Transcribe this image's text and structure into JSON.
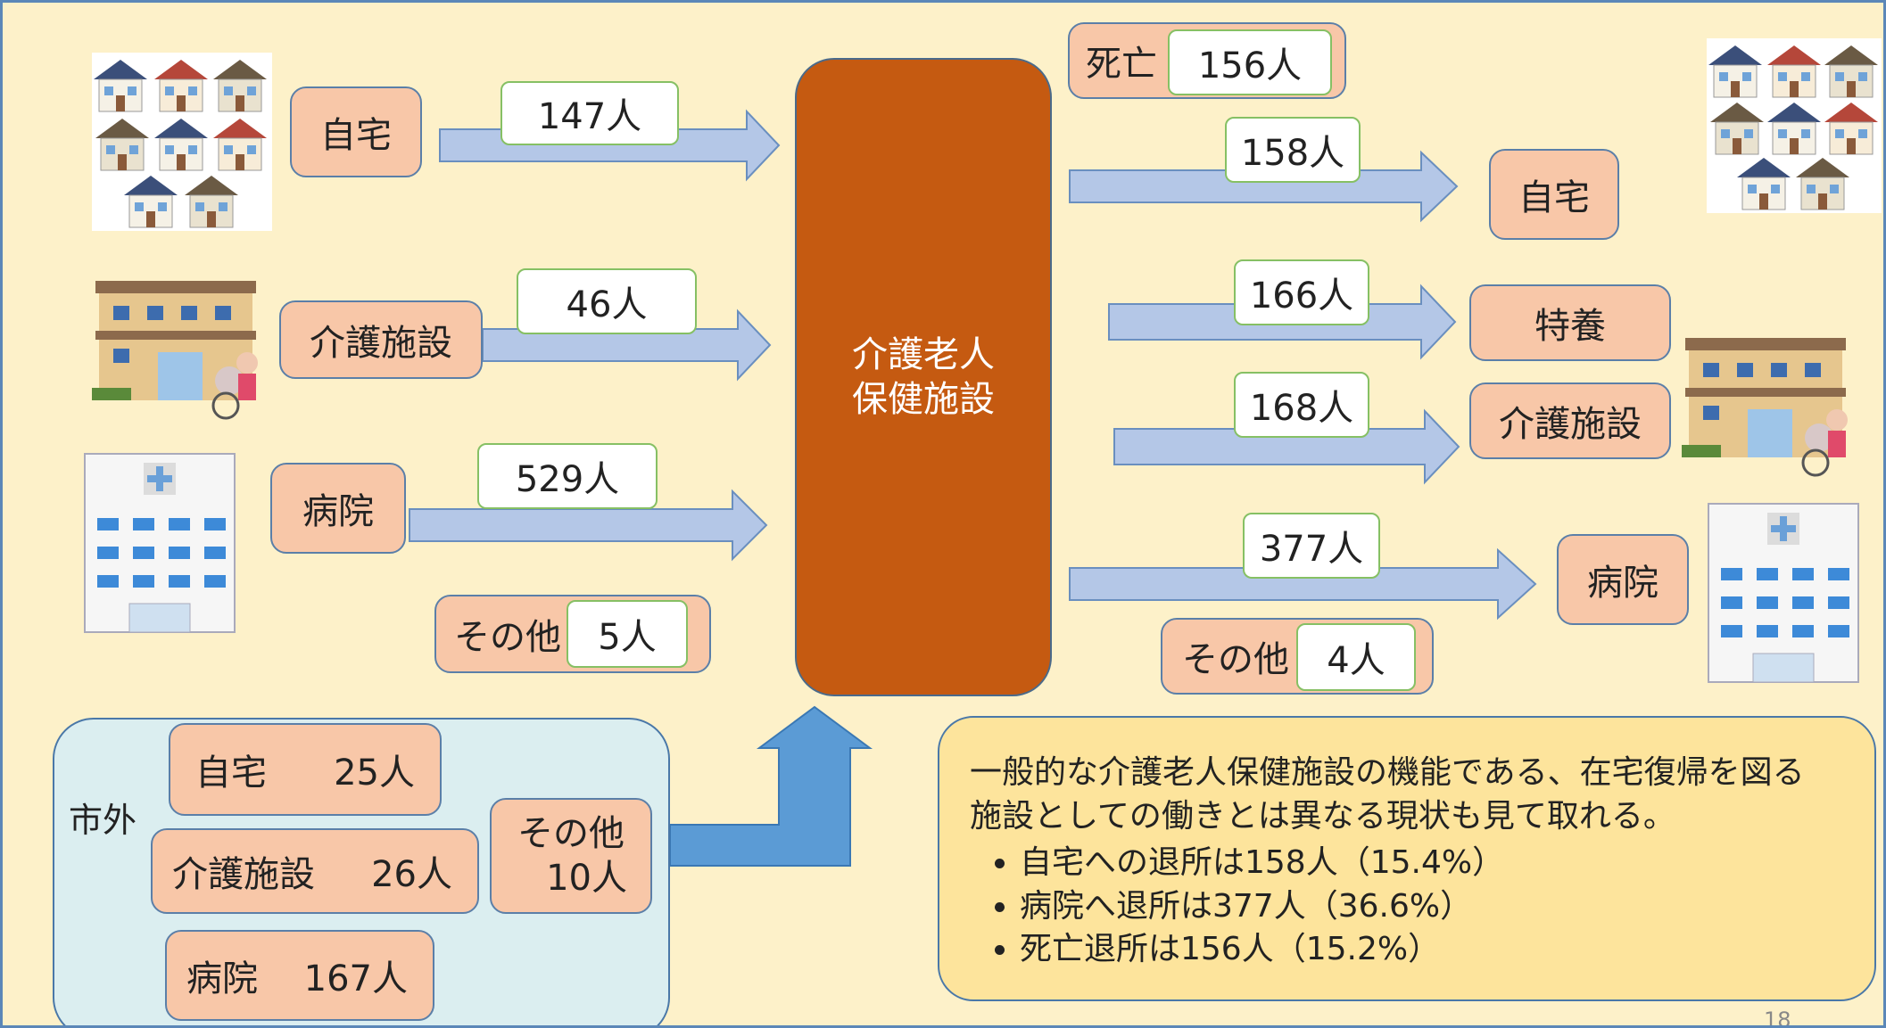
{
  "center_label_line1": "介護老人",
  "center_label_line2": "保健施設",
  "inflow": {
    "home": {
      "label": "自宅",
      "count": "147人"
    },
    "care_facility": {
      "label": "介護施設",
      "count": "46人"
    },
    "hospital": {
      "label": "病院",
      "count": "529人"
    },
    "other": {
      "label": "その他",
      "count": "5人"
    }
  },
  "outside_city": {
    "title": "市外",
    "home": {
      "label": "自宅",
      "count": "25人"
    },
    "care_facility": {
      "label": "介護施設",
      "count": "26人"
    },
    "hospital": {
      "label": "病院",
      "count": "167人"
    },
    "other": {
      "label": "その他",
      "count": "10人"
    }
  },
  "outflow": {
    "death": {
      "label": "死亡",
      "count": "156人"
    },
    "home": {
      "label": "自宅",
      "count": "158人"
    },
    "tokuyo": {
      "label": "特養",
      "count": "166人"
    },
    "care_facility": {
      "label": "介護施設",
      "count": "168人"
    },
    "hospital": {
      "label": "病院",
      "count": "377人"
    },
    "other": {
      "label": "その他",
      "count": "4人"
    }
  },
  "note": {
    "lead": "一般的な介護老人保健施設の機能である、在宅復帰を図る施設としての働きとは異なる現状も見て取れる。",
    "bullets": [
      "自宅への退所は158人（15.4%）",
      "病院へ退所は377人（36.6%）",
      "死亡退所は156人（15.2%）"
    ]
  },
  "page_number": "18",
  "colors": {
    "background": "#fdf1c9",
    "center_box": "#c55a11",
    "label_box": "#f8c7a8",
    "arrow": "#b4c7e7",
    "up_arrow": "#5b9bd5",
    "outside_panel": "#dbeef0",
    "note_box": "#fde49c"
  },
  "icons": [
    "houses-illustration",
    "care-facility-illustration",
    "hospital-illustration"
  ]
}
